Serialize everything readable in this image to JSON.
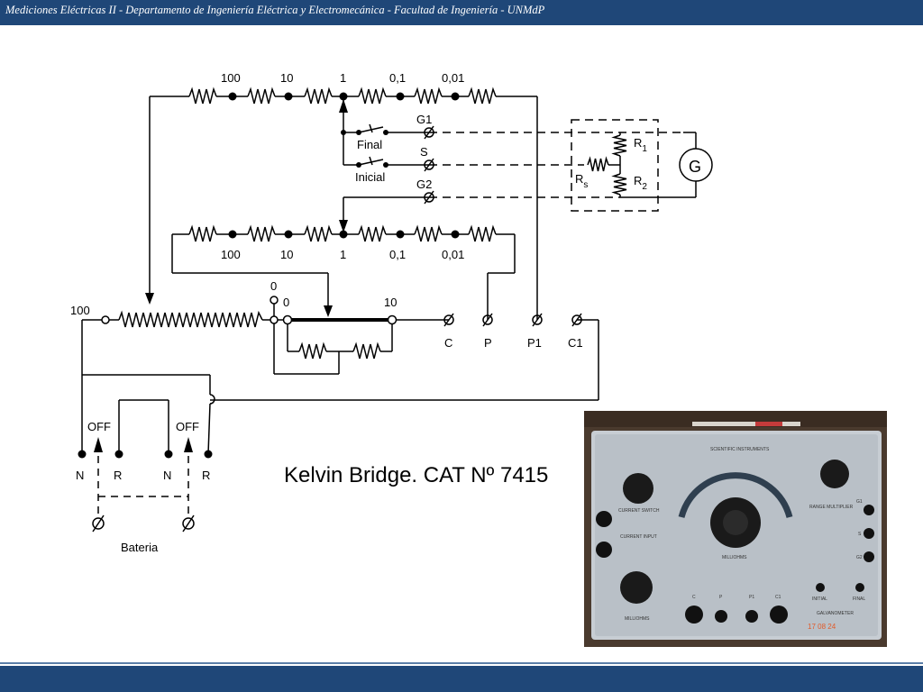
{
  "header": {
    "text": "Mediciones Eléctricas II - Departamento de Ingeniería Eléctrica y Electromecánica  - Facultad de Ingeniería  - UNMdP"
  },
  "diagram": {
    "top_decade_labels": [
      "100",
      "10",
      "1",
      "0,1",
      "0,01"
    ],
    "lower_decade_labels": [
      "100",
      "10",
      "1",
      "0,1",
      "0,01"
    ],
    "switch_final": "Final",
    "switch_inicial": "Inicial",
    "terminal_g1": "G1",
    "terminal_s": "S",
    "terminal_g2": "G2",
    "galvanometer": "G",
    "r1_main": "R",
    "r1_sub": "1",
    "r2_main": "R",
    "r2_sub": "2",
    "rs_main": "R",
    "rs_sub": "s",
    "slide_zero_top": "0",
    "slide_zero": "0",
    "slide_ten": "10",
    "rheostat_label": "100",
    "term_c": "C",
    "term_p": "P",
    "term_p1": "P1",
    "term_c1": "C1",
    "off_left": "OFF",
    "off_right": "OFF",
    "n_left": "N",
    "r_left": "R",
    "n_right": "N",
    "r_right": "R",
    "battery": "Bateria",
    "title": "Kelvin Bridge. CAT Nº 7415"
  },
  "photo": {
    "labels": {
      "brand": "SCIENTIFIC INSTRUMENTS",
      "current_switch": "CURRENT SWITCH",
      "current_input": "CURRENT INPUT",
      "range_multiplier": "RANGE MULTIPLIER",
      "milliohms_center": "MILLIOHMS",
      "milliohms_knob": "MILLIOHMS",
      "galvanometer": "GALVANOMETER",
      "g1": "G1",
      "s": "S",
      "g2": "G2",
      "c": "C",
      "p": "P",
      "p1": "P1",
      "c1": "C1",
      "initial": "INITIAL",
      "final": "FINAL",
      "date_stamp": "17 08 24"
    }
  }
}
